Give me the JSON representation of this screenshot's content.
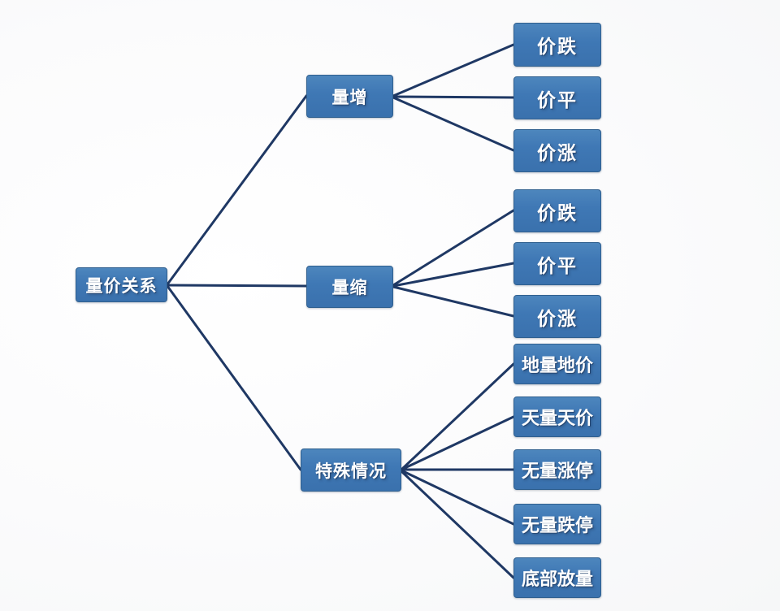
{
  "diagram": {
    "title": "量价关系",
    "colors": {
      "node_fill": "#3f78b5",
      "node_border": "#30608f",
      "node_text": "#ffffff",
      "edge_line": "#1f3864",
      "background": "#fdfdfd"
    },
    "root": {
      "label": "量价关系"
    },
    "branches": [
      {
        "label": "量增",
        "children": [
          {
            "label": "价跌"
          },
          {
            "label": "价平"
          },
          {
            "label": "价涨"
          }
        ]
      },
      {
        "label": "量缩",
        "children": [
          {
            "label": "价跌"
          },
          {
            "label": "价平"
          },
          {
            "label": "价涨"
          }
        ]
      },
      {
        "label": "特殊情况",
        "children": [
          {
            "label": "地量地价"
          },
          {
            "label": "天量天价"
          },
          {
            "label": "无量涨停"
          },
          {
            "label": "无量跌停"
          },
          {
            "label": "底部放量"
          }
        ]
      }
    ]
  }
}
